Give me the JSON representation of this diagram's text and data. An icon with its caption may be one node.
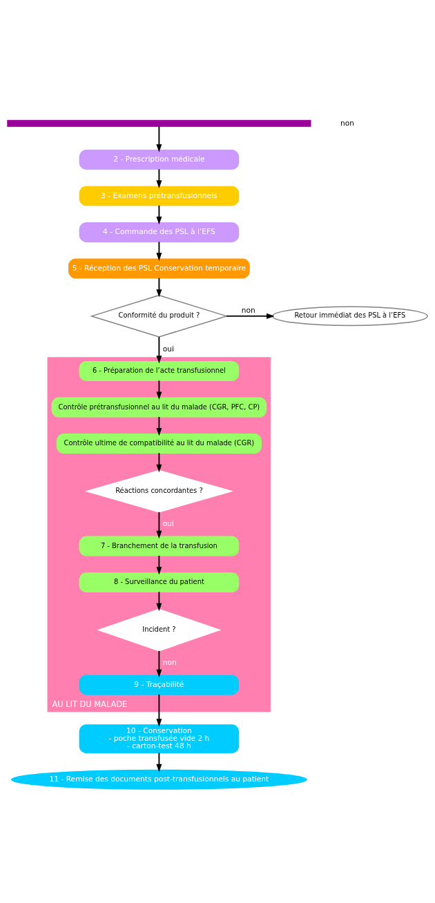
{
  "diagram": {
    "nodes": [
      {
        "text": [],
        "shape": "bar"
      },
      {
        "text": [
          "2 - Prescription médicale"
        ]
      },
      {
        "text": [
          "3 - Examens prétransfusionnels"
        ]
      },
      {
        "text": [
          "4 - Commande des PSL à l’EFS"
        ]
      },
      {
        "text": [
          "5 - Réception des PSL Conservation temporaire"
        ]
      },
      {
        "text": [
          "Conformité du produit ?"
        ]
      },
      {
        "text": [
          "Retour immédiat des PSL à l’EFS"
        ]
      },
      {
        "text": [
          "AU LIT DU MALADE"
        ]
      },
      {
        "text": [
          "6 - Préparation de l’acte transfusionnel"
        ],
        "in": 7
      },
      {
        "text": [
          "Contrôle prétransfusionnel au lit du malade (CGR, PFC, CP)"
        ],
        "in": 7
      },
      {
        "text": [
          "Contrôle ultime de compatibilité au lit du malade (CGR)"
        ],
        "in": 7
      },
      {
        "text": [
          "Réactions concordantes ?"
        ],
        "in": 7
      },
      {
        "text": [
          "7 - Branchement de la transfusion"
        ],
        "in": 7
      },
      {
        "text": [
          "8 - Surveillance du patient"
        ],
        "in": 7
      },
      {
        "text": [
          "Incident ?"
        ],
        "in": 7
      },
      {
        "text": [
          "9 - Traçabilité"
        ],
        "in": 7
      },
      {
        "text": [
          "10 - Conservation",
          "- poche transfusée vide 2 h",
          "- carton-test 48 h"
        ]
      },
      {
        "text": [
          "11 - Remise des documents post-transfusionnels au patient"
        ]
      }
    ],
    "edges": [
      {
        "from": 0,
        "to": 1,
        "arrow": "to"
      },
      {
        "from": 1,
        "to": 2,
        "arrow": "to"
      },
      {
        "from": 2,
        "to": 3,
        "arrow": "to"
      },
      {
        "from": 3,
        "to": 4,
        "arrow": "to"
      },
      {
        "from": 4,
        "to": 5,
        "arrow": "to"
      },
      {
        "from": 5,
        "to": 6,
        "arrow": "to",
        "label": "non"
      },
      {
        "from": 5,
        "to": 8,
        "arrow": "to",
        "label": "oui"
      },
      {
        "from": 8,
        "to": 9,
        "arrow": "to"
      },
      {
        "from": 9,
        "to": 10,
        "arrow": "to"
      },
      {
        "from": 10,
        "to": 11,
        "arrow": "to"
      },
      {
        "from": 11,
        "to": 12,
        "arrow": "to",
        "label": "oui"
      },
      {
        "from": 12,
        "to": 13,
        "arrow": "to"
      },
      {
        "from": 13,
        "to": 14,
        "arrow": "to"
      },
      {
        "from": 14,
        "to": 15,
        "arrow": "to",
        "label": "non"
      },
      {
        "from": 15,
        "to": 16,
        "arrow": "to"
      },
      {
        "from": 16,
        "to": 17,
        "arrow": "to"
      }
    ],
    "labels": [
      "non"
    ]
  }
}
